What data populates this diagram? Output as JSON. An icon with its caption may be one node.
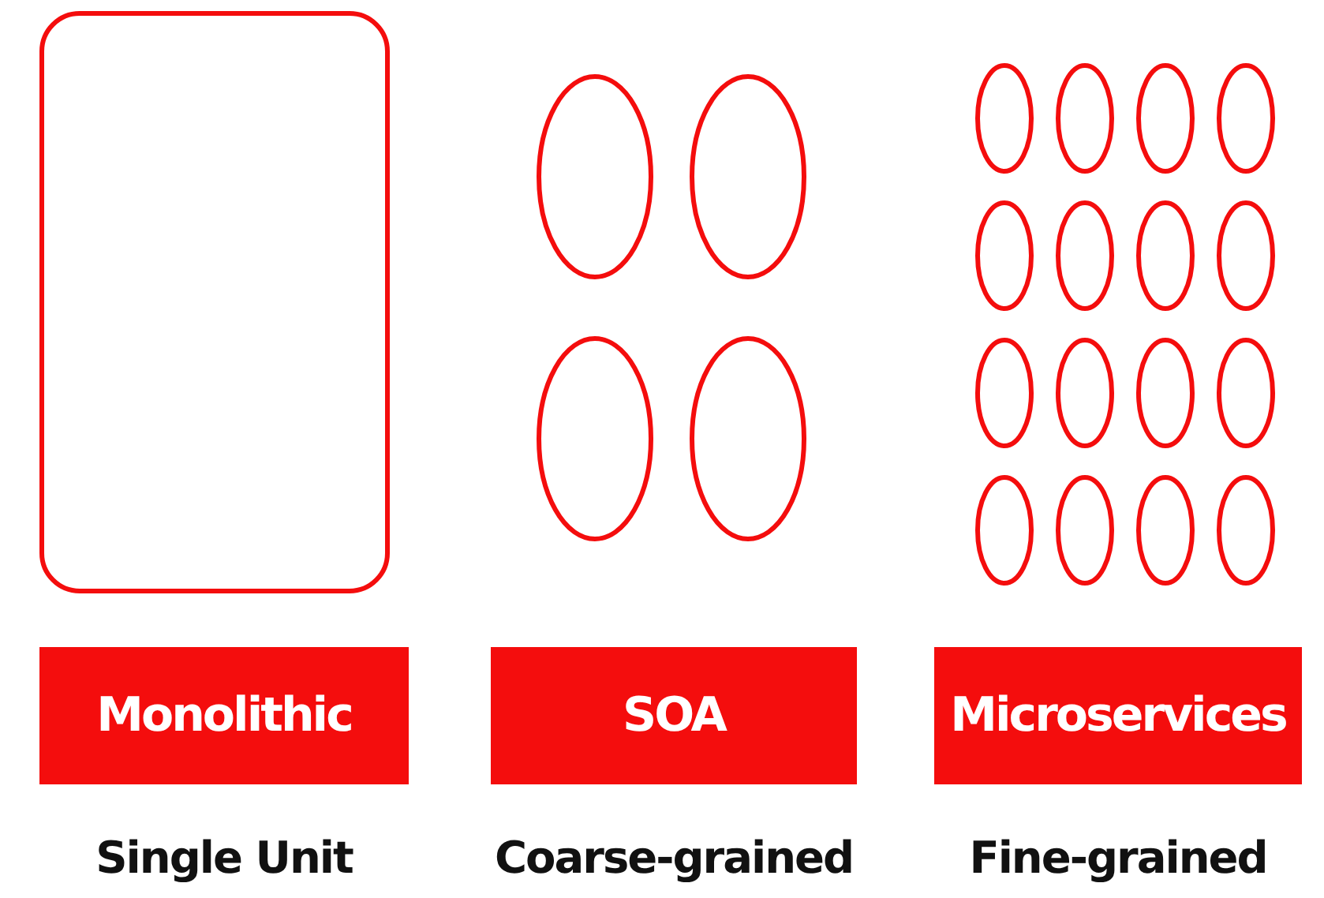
{
  "diagram": {
    "nodes": [
      {
        "text": [],
        "shape": "box"
      },
      {
        "text": [],
        "shape": "circle"
      },
      {
        "text": [],
        "shape": "circle"
      },
      {
        "text": [],
        "shape": "circle"
      },
      {
        "text": [],
        "shape": "circle"
      },
      {
        "text": [],
        "shape": "circle"
      },
      {
        "text": [],
        "shape": "circle"
      },
      {
        "text": [],
        "shape": "circle"
      },
      {
        "text": [],
        "shape": "circle"
      },
      {
        "text": [],
        "shape": "circle"
      },
      {
        "text": [],
        "shape": "circle"
      },
      {
        "text": [],
        "shape": "circle"
      },
      {
        "text": [],
        "shape": "circle"
      },
      {
        "text": [],
        "shape": "circle"
      },
      {
        "text": [],
        "shape": "circle"
      },
      {
        "text": [],
        "shape": "circle"
      },
      {
        "text": [],
        "shape": "circle"
      },
      {
        "text": [],
        "shape": "circle"
      },
      {
        "text": [],
        "shape": "circle"
      },
      {
        "text": [],
        "shape": "circle"
      },
      {
        "text": [],
        "shape": "circle"
      },
      {
        "text": [
          "Monolithic"
        ],
        "beside": [
          "Single Unit"
        ]
      },
      {
        "text": [
          "SOA"
        ],
        "beside": [
          "Coarse-grained"
        ]
      },
      {
        "text": [
          "Microservices"
        ],
        "beside": [
          "Fine-grained"
        ]
      }
    ]
  }
}
